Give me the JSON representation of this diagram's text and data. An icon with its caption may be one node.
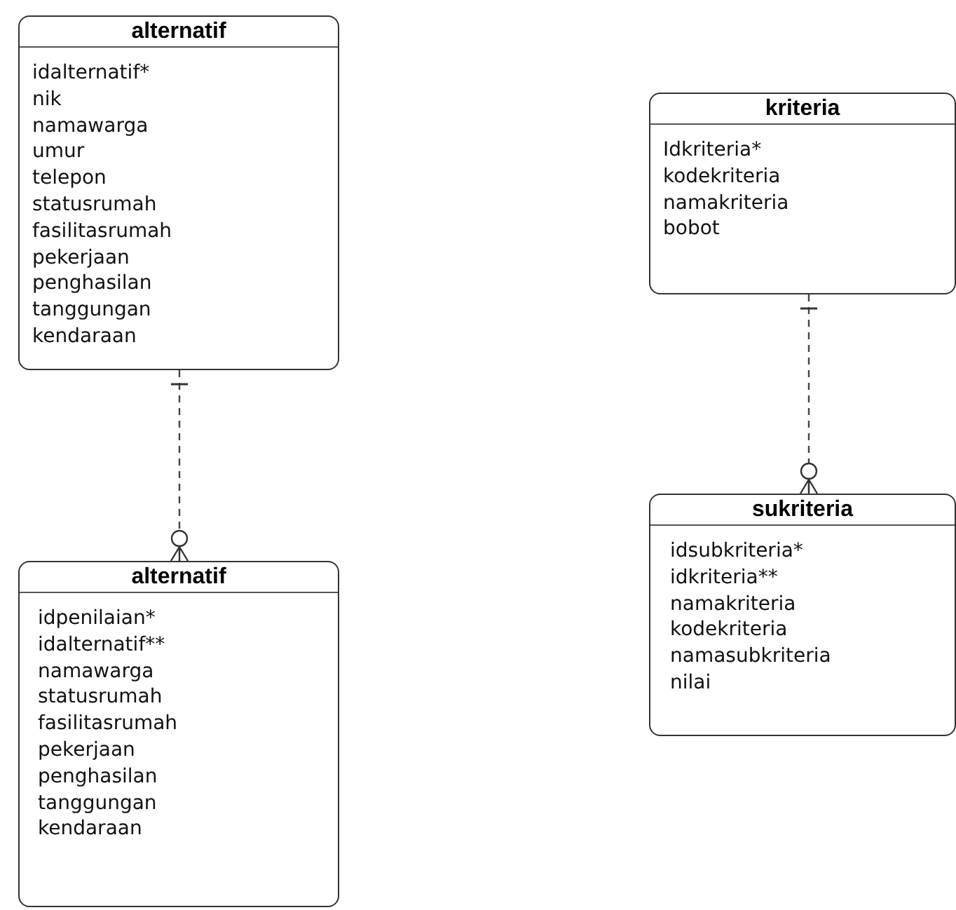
{
  "diagram": {
    "nodes": [
      {
        "text": [
          "alternatif",
          "idalternatif*",
          "nik",
          "namawarga",
          "umur",
          "telepon",
          "statusrumah",
          "fasilitasrumah",
          "pekerjaan",
          "penghasilan",
          "tanggungan",
          "kendaraan"
        ]
      },
      {
        "text": [
          "alternatif",
          "idpenilaian*",
          "idalternatif**",
          "namawarga",
          "statusrumah",
          "fasilitasrumah",
          "pekerjaan",
          "penghasilan",
          "tanggungan",
          "kendaraan"
        ]
      },
      {
        "text": [
          "kriteria",
          "Idkriteria*",
          "kodekriteria",
          "namakriteria",
          "bobot"
        ]
      },
      {
        "text": [
          "sukriteria",
          "idsubkriteria*",
          "idkriteria**",
          "namakriteria",
          "kodekriteria",
          "namasubkriteria",
          "nilai"
        ]
      }
    ],
    "edges": [
      {
        "from": 0,
        "to": 1,
        "arrow": "other",
        "style": "dashed"
      },
      {
        "from": 2,
        "to": 3,
        "arrow": "other",
        "style": "dashed"
      }
    ]
  }
}
